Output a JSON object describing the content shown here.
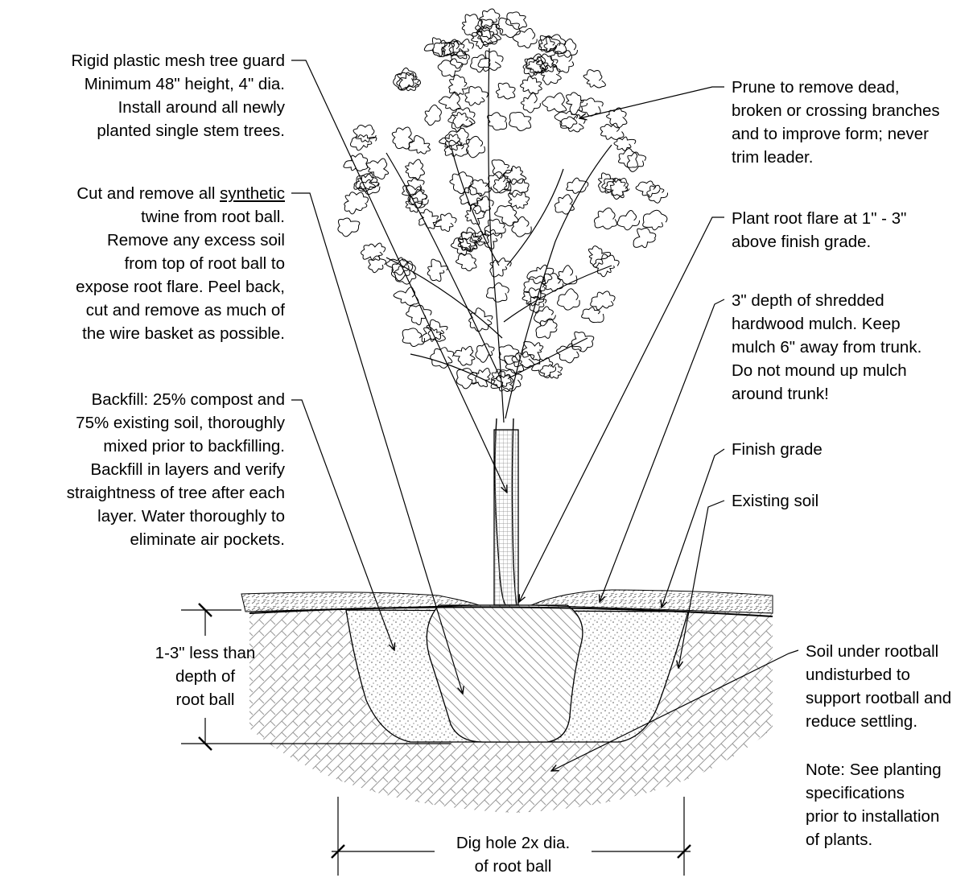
{
  "left_notes": {
    "tree_guard": [
      "Rigid plastic mesh tree guard",
      "Minimum 48\" height, 4\" dia.",
      "Install around all newly",
      "planted single stem trees."
    ],
    "twine": {
      "line1_pre": "Cut and remove all ",
      "line1_underlined": "synthetic",
      "lines": [
        "twine from root ball.",
        "Remove any excess soil",
        "from top of root ball to",
        "expose root flare. Peel back,",
        "cut and remove as much of",
        "the wire basket as possible."
      ]
    },
    "backfill": [
      "Backfill: 25% compost and",
      "75% existing soil, thoroughly",
      "mixed prior to backfilling.",
      "Backfill in layers and verify",
      "straightness of tree after each",
      "layer. Water thoroughly to",
      "eliminate air pockets."
    ]
  },
  "right_notes": {
    "prune": [
      "Prune to remove dead,",
      "broken or crossing branches",
      "and to improve form; never",
      "trim leader."
    ],
    "root_flare": [
      "Plant root flare at 1\" - 3\"",
      "above finish grade."
    ],
    "mulch": [
      "3\" depth of shredded",
      "hardwood mulch. Keep",
      "mulch 6\" away from trunk.",
      "Do not mound up mulch",
      "around trunk!"
    ],
    "finish_grade": "Finish grade",
    "existing_soil": "Existing soil",
    "soil_under": [
      "Soil under rootball",
      "undisturbed to",
      "support rootball and",
      "reduce settling."
    ],
    "note": [
      "Note: See planting",
      "specifications",
      "prior to installation",
      "of plants."
    ]
  },
  "dimensions": {
    "depth": [
      "1-3\" less than",
      "depth of",
      "root ball"
    ],
    "width": [
      "Dig hole 2x dia.",
      "of root ball"
    ]
  }
}
